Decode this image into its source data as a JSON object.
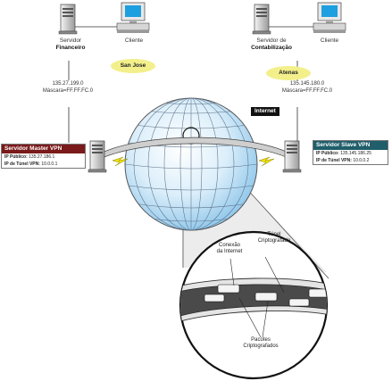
{
  "top_left": {
    "server_line1": "Servidor",
    "server_line2": "Financeiro",
    "client": "Cliente",
    "location": "San Jose",
    "ip": "135.27.199.0",
    "mask": "Máscara=FF.FF.FC.0"
  },
  "top_right": {
    "server_line1": "Servidor de",
    "server_line2": "Contabilização",
    "client": "Cliente",
    "location": "Atenas",
    "ip": "135.145.180.0",
    "mask": "Máscara=FF.FF.FC.0"
  },
  "internet_label": "Internet",
  "master": {
    "title": "Servidor Master VPN",
    "public_ip_label": "IP Público:",
    "public_ip": "135.27.186.1",
    "tunnel_ip_label": "IP de Túnel VPN:",
    "tunnel_ip": "10.0.0.1",
    "header_color": "#7a1a1a"
  },
  "slave": {
    "title": "Servidor Slave VPN",
    "public_ip_label": "IP Público:",
    "public_ip": "135.145.186.25",
    "tunnel_ip_label": "IP de Túnel VPN:",
    "tunnel_ip": "10.0.0.2",
    "header_color": "#1f5e6a"
  },
  "zoom": {
    "connection_line1": "Conexão",
    "connection_line2": "da Internet",
    "tunnel_line1": "Túnel",
    "tunnel_line2": "Criptografado",
    "packets_line1": "Pacotes",
    "packets_line2": "Criptografados"
  },
  "colors": {
    "location_oval": "#f3f08c",
    "screen_blue": "#1e9fe0",
    "globe_blue": "#8ec6ea"
  }
}
